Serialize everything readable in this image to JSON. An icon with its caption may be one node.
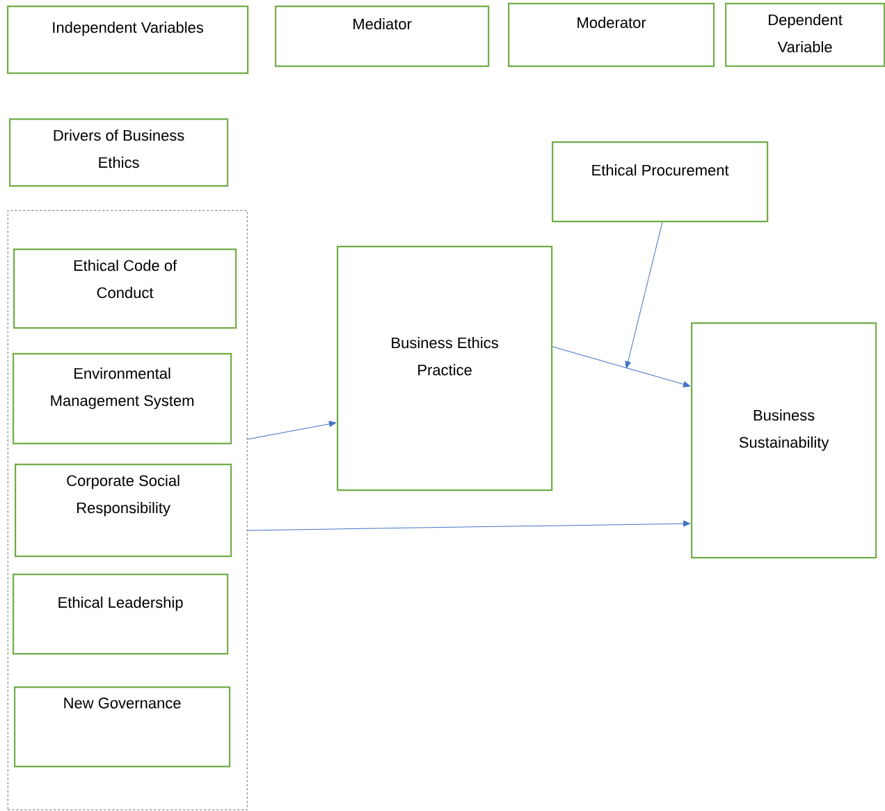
{
  "diagram": {
    "nodes": [
      {
        "text": [
          "Independent Variables"
        ]
      },
      {
        "text": [
          "Mediator"
        ]
      },
      {
        "text": [
          "Moderator"
        ]
      },
      {
        "text": [
          "Dependent Variable"
        ]
      },
      {
        "text": [
          "Drivers of Business Ethics"
        ]
      },
      {
        "text": [],
        "shape": "box"
      },
      {
        "text": [
          "Ethical Code of Conduct"
        ],
        "in": 5
      },
      {
        "text": [
          "Environmental Management System"
        ],
        "in": 5
      },
      {
        "text": [
          "Corporate Social Responsibility"
        ],
        "in": 5
      },
      {
        "text": [
          "Ethical Leadership"
        ],
        "in": 5
      },
      {
        "text": [
          "New Governance"
        ],
        "in": 5
      },
      {
        "text": [
          "Ethical Procurement"
        ]
      },
      {
        "text": [
          "Business Ethics Practice"
        ]
      },
      {
        "text": [
          "Business Sustainability"
        ]
      }
    ],
    "edges": [
      {
        "from": 5,
        "to": 12,
        "arrow": "to"
      },
      {
        "from": 5,
        "to": 13,
        "arrow": "to"
      },
      {
        "from": 12,
        "to": 13,
        "arrow": "to"
      },
      {
        "from": 11,
        "to": null,
        "arrow": "to"
      }
    ]
  }
}
